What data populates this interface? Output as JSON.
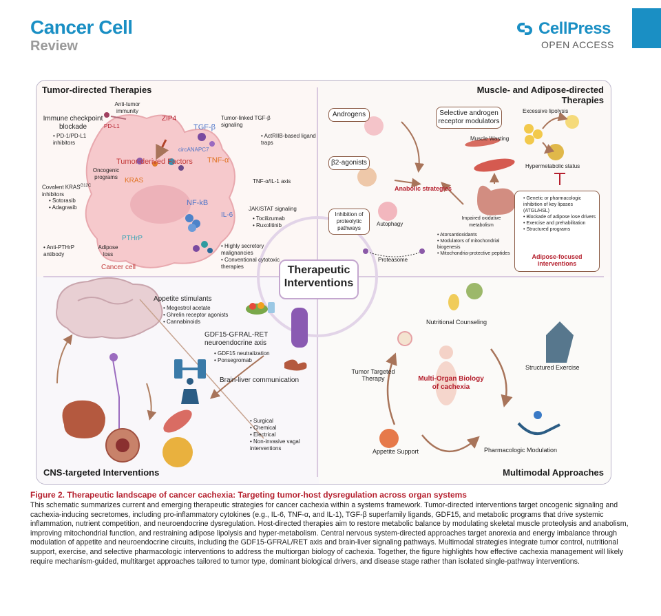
{
  "header": {
    "journal": "Cancer Cell",
    "section": "Review",
    "publisher": "CellPress",
    "access": "OPEN ACCESS",
    "brand_color": "#1a8fc4"
  },
  "figure": {
    "center_label": "Therapeutic Interventions",
    "q1": {
      "title": "Tumor-directed Therapies",
      "checkpoint_title": "Immune checkpoint blockade",
      "checkpoint_item": "PD-1/PD-L1 inhibitors",
      "anti_tumor": "Anti-tumor immunity",
      "pdl1": "PD-L1",
      "zip4": "ZIP4",
      "tgfb": "TGF-β",
      "tgfb_signal": "Tumor-linked TGF-β signaling",
      "actriib": "ActRIIB-based ligand traps",
      "circ": "circANAPC7",
      "factors": "Tumor-derived Factors",
      "oncogenic": "Oncogenic programs",
      "kras": "KRAS",
      "kras_title": "Covalent KRAS",
      "kras_sup": "G12C",
      "kras_title2": "inhibitors",
      "kras_items": [
        "Sotorasib",
        "Adagrasib"
      ],
      "tnfa": "TNF-α",
      "tnf_axis": "TNF-α/IL-1 axis",
      "nfkb": "NF-kB",
      "il6": "IL-6",
      "jak": "JAK/STAT signaling",
      "jak_items": [
        "Tocilizumab",
        "Ruxolitinib"
      ],
      "pthrp": "PTHrP",
      "anti_pthrp": "Anti-PTHrP antibody",
      "adipose_loss": "Adipose loss",
      "secretory": "Highly secretory malignancies",
      "cytotoxic": "Conventional cytotoxic therapies",
      "cancer_cell": "Cancer cell"
    },
    "q2": {
      "title": "Muscle- and Adipose-directed Therapies",
      "androgens": "Androgens",
      "sarm": "Selective androgen receptor modulators",
      "muscle_wasting": "Muscle Wasting",
      "b2": "β2-agonists",
      "anabolic": "Anabolic strategies",
      "proteolytic": "Inhibition of proteolytic pathways",
      "autophagy": "Autophagy",
      "impaired": "Impaired oxidative metabolism",
      "mito_items": [
        "Atorsantioxidants",
        "Modulators of mitochondrial biogenesis",
        "Mitochondria-protective peptides"
      ],
      "proteasome": "Proteasome",
      "lipolysis": "Excessive lipolysis",
      "hypermetabolic": "Hypermetabolic status",
      "adipose_items": [
        "Genetic or pharmacologic inhibition of key lipases (ATGL/HSL)",
        "Blockade of adipose lose drivers",
        "Exercise and prehabilitation",
        "Structured programs"
      ],
      "adipose_label": "Adipose-focused interventions"
    },
    "q3": {
      "title": "CNS-targeted Interventions",
      "appetite": "Appetite stimulants",
      "appetite_items": [
        "Megestrol acetate",
        "Ghrelin receptor agonists",
        "Cannabinoids"
      ],
      "gdf_title": "GDF15-GFRAL-RET neuroendocrine axis",
      "gdf_items": [
        "GDF15 neutralization",
        "Ponsegromab"
      ],
      "brain_liver": "Brain-liver communication",
      "vagal_items": [
        "Surgical",
        "Chemical",
        "Electrical",
        "Non-invasive vagal interventions"
      ]
    },
    "q4": {
      "title": "Multimodal Approaches",
      "nutrition": "Nutritional Counseling",
      "tumor_therapy": "Tumor Targeted Therapy",
      "multi_organ": "Multi-Organ Biology of cachexia",
      "exercise": "Structured Exercise",
      "appetite_support": "Appetite Support",
      "pharma": "Pharmacologic Modulation"
    }
  },
  "caption": {
    "title": "Figure 2. Therapeutic landscape of cancer cachexia: Targeting tumor-host dysregulation across organ systems",
    "body": "This schematic summarizes current and emerging therapeutic strategies for cancer cachexia within a systems framework. Tumor-directed interventions target oncogenic signaling and cachexia-inducing secretomes, including pro-inflammatory cytokines (e.g., IL-6, TNF-α, and IL-1), TGF-β superfamily ligands, GDF15, and metabolic programs that drive systemic inflammation, nutrient competition, and neuroendocrine dysregulation. Host-directed therapies aim to restore metabolic balance by modulating skeletal muscle proteolysis and anabolism, improving mitochondrial function, and restraining adipose lipolysis and hyper-metabolism. Central nervous system-directed approaches target anorexia and energy imbalance through modulation of appetite and neuroendocrine circuits, including the GDF15-GFRAL/RET axis and brain-liver signaling pathways. Multimodal strategies integrate tumor control, nutritional support, exercise, and selective pharmacologic interventions to address the multiorgan biology of cachexia. Together, the figure highlights how effective cachexia management will likely require mechanism-guided, multitarget approaches tailored to tumor type, dominant biological drivers, and disease stage rather than isolated single-pathway interventions."
  }
}
